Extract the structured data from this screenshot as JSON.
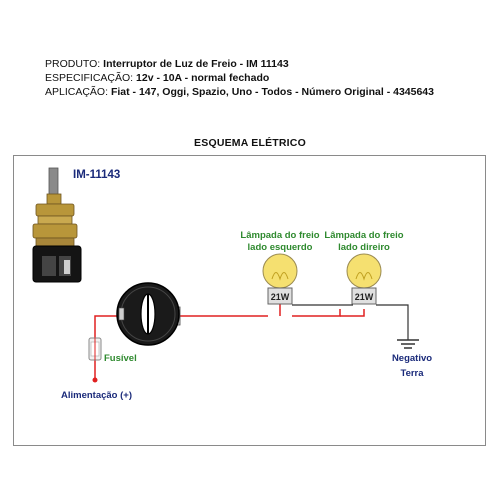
{
  "header": {
    "produto": {
      "label": "PRODUTO:",
      "value": "Interruptor de Luz de Freio - IM 11143"
    },
    "especificacao": {
      "label": "ESPECIFICAÇÃO:",
      "value": "12v - 10A - normal fechado"
    },
    "aplicacao": {
      "label": "APLICAÇÃO:",
      "value": "Fiat - 147, Oggi, Spazio, Uno - Todos  -    Número Original - 4345643"
    }
  },
  "diagram": {
    "title": "ESQUEMA ELÉTRICO",
    "part_code": "IM-11143",
    "fuse_label": "Fusível",
    "supply_label": "Alimentação (+)",
    "lamp_left": {
      "line1": "Lâmpada do freio",
      "line2": "lado esquerdo",
      "rating": "21W"
    },
    "lamp_right": {
      "line1": "Lâmpada do freio",
      "line2": "lado direiro",
      "rating": "21W"
    },
    "ground": {
      "line1": "Negativo",
      "line2": "Terra"
    }
  },
  "colors": {
    "wire_red": "#e02020",
    "wire_black": "#333333",
    "label_green": "#2f8a2f",
    "label_navy": "#1a2a7a",
    "bulb_yellow": "#f5e070",
    "switch_brass": "#b8963a"
  }
}
